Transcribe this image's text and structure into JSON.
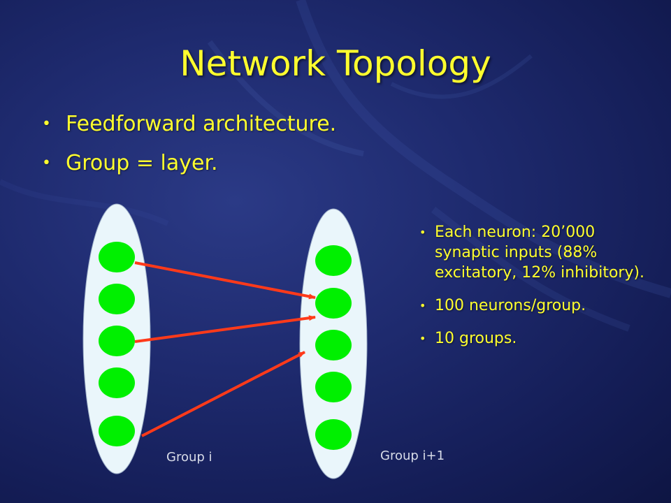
{
  "slide": {
    "title": "Network Topology",
    "bullets": [
      "Feedforward architecture.",
      "Group = layer."
    ],
    "details": [
      "Each neuron: 20’000 synaptic inputs (88% excitatory, 12% inhibitory).",
      "100 neurons/group.",
      "10 groups."
    ],
    "bullet_symbol": "•"
  },
  "diagram": {
    "groups": [
      {
        "label": "Group i",
        "neurons": 5
      },
      {
        "label": "Group i+1",
        "neurons": 5
      }
    ],
    "connections": [
      {
        "from_group": 0,
        "from_neuron": 0,
        "to_group": 1,
        "to_neuron": 1
      },
      {
        "from_group": 0,
        "from_neuron": 2,
        "to_group": 1,
        "to_neuron": 1
      },
      {
        "from_group": 0,
        "from_neuron": 4,
        "to_group": 1,
        "to_neuron": 2
      }
    ],
    "colors": {
      "title_text": "#ffff2e",
      "group_fill": "#eaf6fb",
      "neuron_fill": "#00f000",
      "arrow": "#ff3a1a",
      "label_text": "#d8dce8"
    }
  }
}
